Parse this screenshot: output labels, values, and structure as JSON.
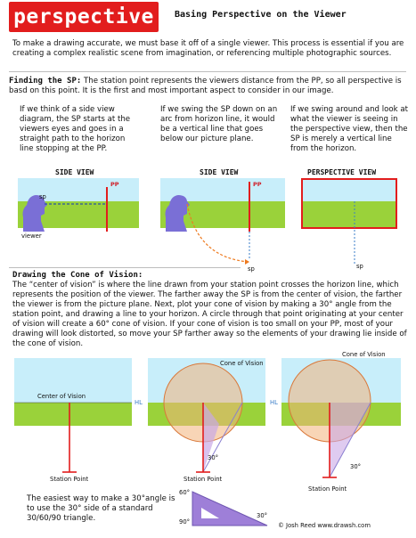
{
  "header": {
    "logo": "perspective",
    "title": "Basing Perspective on the Viewer"
  },
  "intro": "To make a drawing accurate, we must base it off of a single viewer.  This process is essential if you are creating a complex realistic scene from imagination, or referencing multiple photographic sources.",
  "finding_sp": {
    "heading": "Finding the SP:",
    "text": "The station point represents the viewers distance from the PP, so all perspective is basd on this point.  It is the first and most important aspect to consider in our image.",
    "columns": [
      "If we think of a side view diagram, the SP starts at the viewers eyes and goes in a straight  path to the horizon line stopping at the PP.",
      "If we swing the SP down on an arc from horizon line, it would be a vertical line that goes below our picture plane.",
      "If we swing around and look at what the viewer is seeing in the perspective view, then the SP is merely a vertical line from the horizon."
    ]
  },
  "diagrams": {
    "d1_caption": "SIDE VIEW",
    "d2_caption": "SIDE VIEW",
    "d3_caption": "PERSPECTIVE VIEW",
    "pp": "PP",
    "sp": "sp",
    "viewer": "viewer"
  },
  "cone": {
    "heading": "Drawing the Cone of Vision:",
    "text": "The “center of vision” is where the line drawn from your station point crosses the horizon line, which represents the position of the viewer.  The farther away the SP is from the center of vision, the farther the viewer is from the picture plane.  Next, plot your cone of vision by making a 30° angle from the station point, and drawing a line to your horizon.  A circle through that point originating at your center of vision will create a 60° cone of vision.  If your cone of vision is too small on your PP, most of your drawing will look distorted, so move your SP farther away so the elements of your drawing lie inside of the cone of vision."
  },
  "bottom": {
    "center_of_vision": "Center of Vision",
    "hl_left": "HL",
    "hl_right": "HL",
    "cone_label_1": "Cone of Vision",
    "cone_label_2": "Cone of Vision",
    "angle_30": "30°",
    "angle_30b": "30°",
    "station_point_1": "Station Point",
    "station_point_2": "Station Point",
    "station_point_3": "Station Point",
    "tip": "The easiest way to make a 30°angle is to use the 30° side of a standard 30/60/90 triangle.",
    "tri_60": "60°",
    "tri_90": "90°",
    "tri_30": "30°",
    "credit": "© Josh Reed  www.drawsh.com"
  },
  "colors": {
    "sky": "#c8eefa",
    "ground": "#9ad23a",
    "red": "#e21d1d",
    "viewer": "#7a6fd6",
    "cone": "#f2b27a",
    "orange": "#ee7a1f",
    "blue": "#3a7ec8"
  }
}
